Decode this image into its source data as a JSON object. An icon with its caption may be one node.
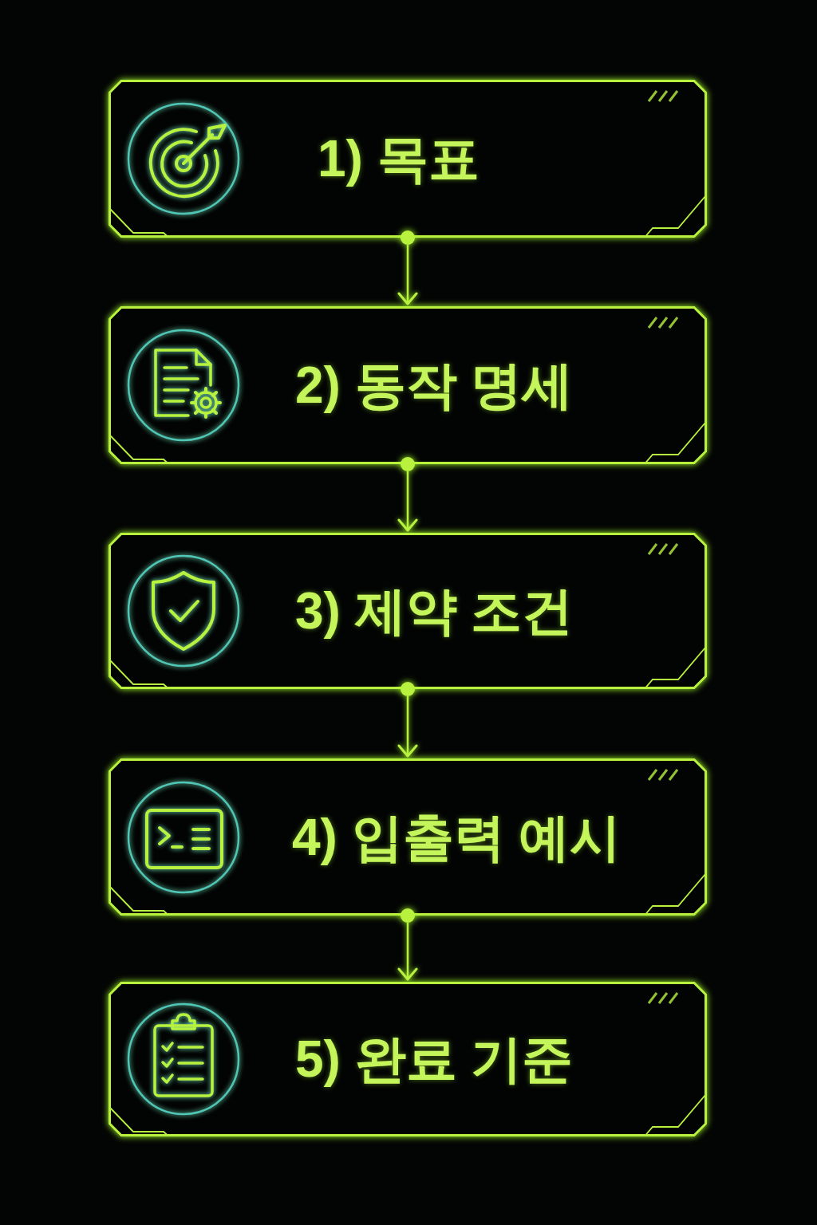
{
  "diagram": {
    "nodes": [
      {
        "text": [
          "1) 목표"
        ]
      },
      {
        "text": [
          "2) 동작 명세"
        ]
      },
      {
        "text": [
          "3) 제약 조건"
        ]
      },
      {
        "text": [
          "4) 입출력 예시"
        ]
      },
      {
        "text": [
          "5) 완료 기준"
        ]
      }
    ],
    "edges": [
      {
        "from": 0,
        "to": 1,
        "arrow": "to"
      },
      {
        "from": 1,
        "to": 2,
        "arrow": "to"
      },
      {
        "from": 2,
        "to": 3,
        "arrow": "to"
      },
      {
        "from": 3,
        "to": 4,
        "arrow": "to"
      }
    ]
  }
}
